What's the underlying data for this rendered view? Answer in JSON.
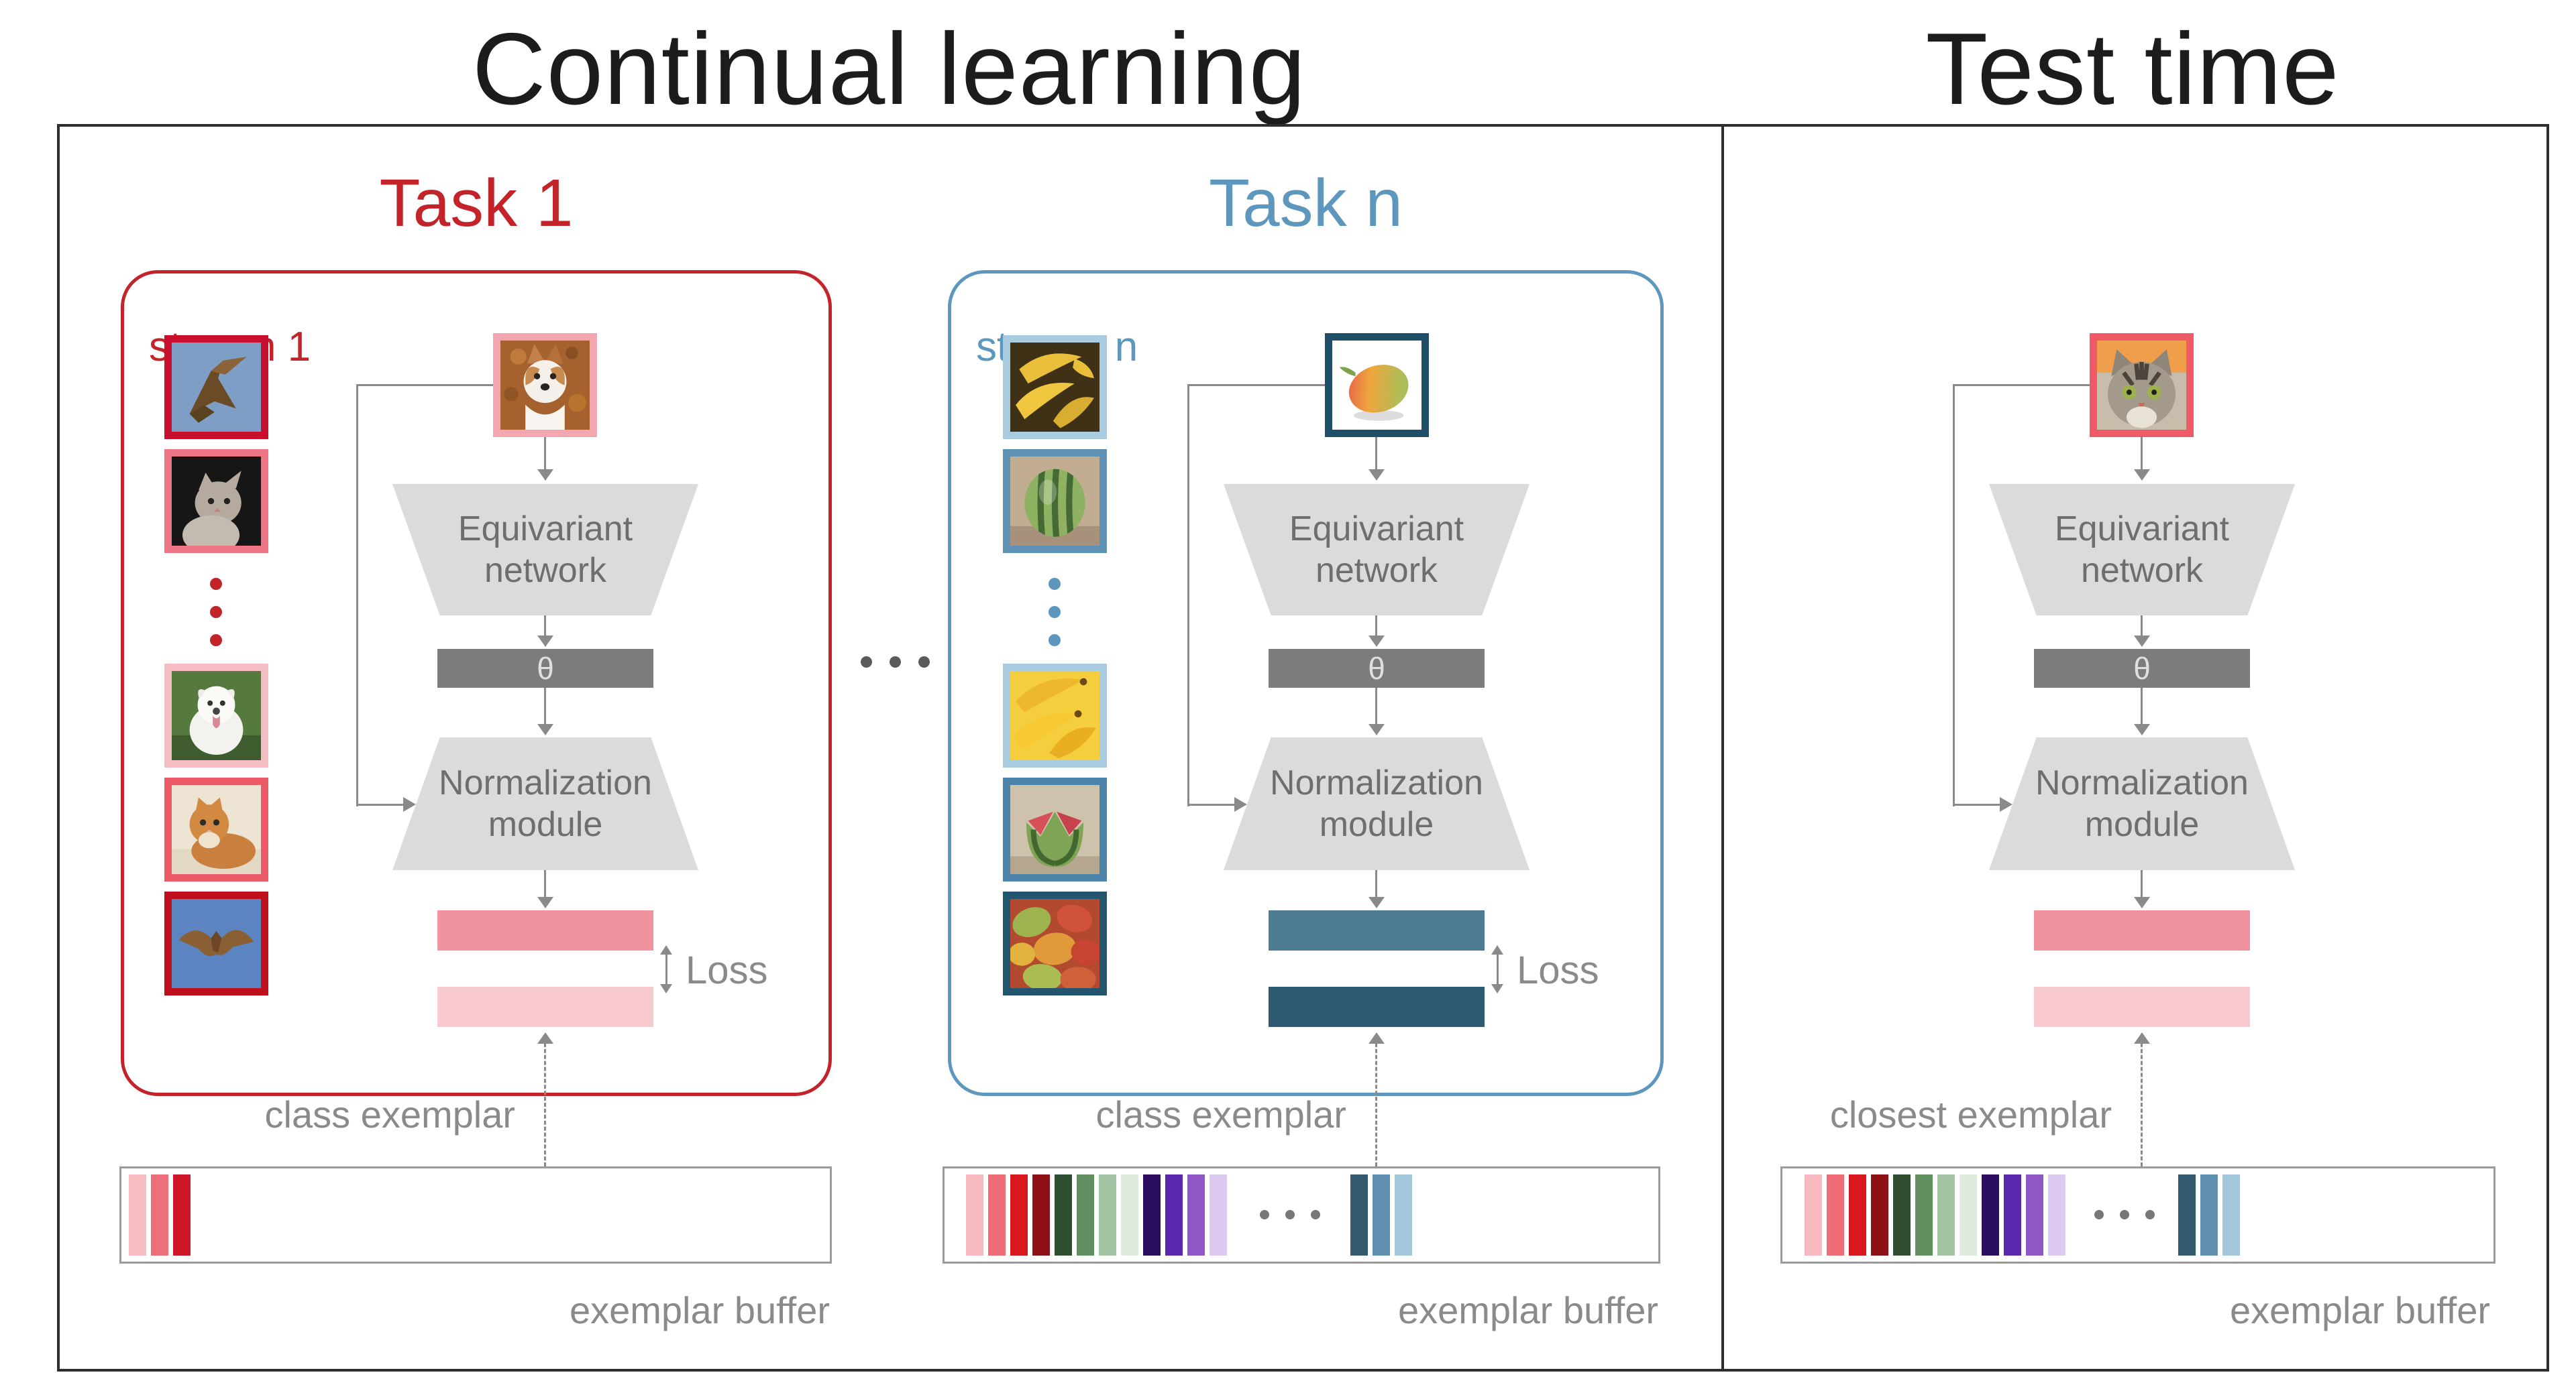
{
  "titles": {
    "left": "Continual learning",
    "right": "Test time"
  },
  "labels": {
    "equivariant_line1": "Equivariant",
    "equivariant_line2": "network",
    "theta": "θ",
    "normalization_line1": "Normalization",
    "normalization_line2": "module",
    "loss": "Loss",
    "class_exemplar": "class exemplar",
    "closest_exemplar": "closest exemplar",
    "exemplar_buffer": "exemplar buffer"
  },
  "task1": {
    "title": "Task 1",
    "stream_label": "stream 1",
    "accent": "#c3242a",
    "bar_top_color": "#f0939e",
    "bar_bottom_color": "#f8c9ce",
    "input_image": "corgi-dog",
    "input_border": "#f4a6b0",
    "stream_images": [
      "hawk",
      "gray-cat",
      "white-dog",
      "orange-cat",
      "flying-hawk"
    ],
    "stream_image_borders": [
      "#c8102e",
      "#f07585",
      "#f5bcc4",
      "#ec5a68",
      "#c00f1c"
    ],
    "buffer_stripes": [
      "#f5bcc2",
      "#ec6f79",
      "#cf1528"
    ]
  },
  "taskn": {
    "title": "Task n",
    "stream_label": "stream n",
    "accent": "#5e97bd",
    "bar_top_color": "#4f7c95",
    "bar_bottom_color": "#2e5972",
    "input_image": "mango",
    "input_border": "#1f4e68",
    "stream_images": [
      "bananas-dark",
      "watermelon",
      "bananas-bright",
      "carved-watermelon",
      "mangoes"
    ],
    "stream_image_borders": [
      "#a9cbe0",
      "#5e93b6",
      "#a9cbe0",
      "#4c83a8",
      "#24556e"
    ],
    "buffer_stripes_left": [
      "#f6b9bf",
      "#ee6d77",
      "#d9171f",
      "#8e1116",
      "#2f4d2f",
      "#60905f",
      "#a3c4a2",
      "#deebdd",
      "#2b0f5e",
      "#5a28ae",
      "#8f56c6",
      "#dccaf0"
    ],
    "buffer_stripes_right": [
      "#33596e",
      "#5e8fb0",
      "#a3c8dc"
    ]
  },
  "test": {
    "bar_top_color": "#f0939e",
    "bar_bottom_color": "#f8c9ce",
    "input_image": "tabby-cat",
    "input_border": "#ef5a66",
    "buffer_stripes_left": [
      "#f6b9bf",
      "#ee6d77",
      "#d9171f",
      "#8e1116",
      "#2f4d2f",
      "#60905f",
      "#a3c4a2",
      "#deebdd",
      "#2b0f5e",
      "#5a28ae",
      "#8f56c6",
      "#dccaf0"
    ],
    "buffer_stripes_right": [
      "#33596e",
      "#5e8fb0",
      "#a3c8dc"
    ]
  }
}
